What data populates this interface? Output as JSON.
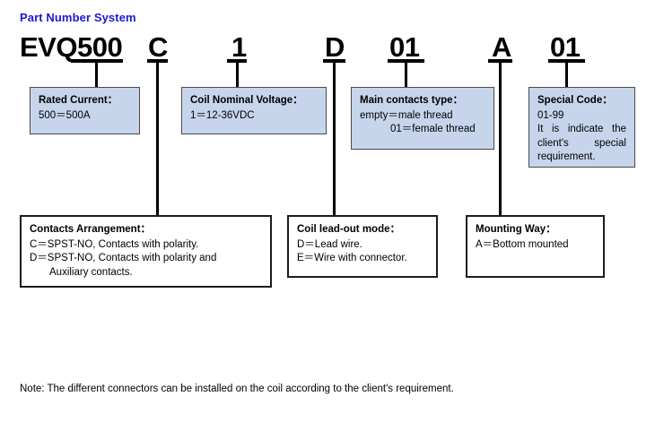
{
  "title": "Part Number System",
  "accent_color": "#1a1ad0",
  "box_fill_blue": "#c6d5ec",
  "box_fill_white": "#ffffff",
  "part_number": {
    "full": "EVQ500 C 1 D 01 A 01",
    "segments": [
      {
        "text": "EVQ500",
        "keyed": "500"
      },
      {
        "text": "C",
        "keyed": "C"
      },
      {
        "text": "1",
        "keyed": "1"
      },
      {
        "text": "D",
        "keyed": "D"
      },
      {
        "text": "01",
        "keyed": "01"
      },
      {
        "text": "A",
        "keyed": "A"
      },
      {
        "text": "01",
        "keyed": "01"
      }
    ]
  },
  "upper_boxes": [
    {
      "heading": "Rated Current：",
      "lines": [
        "500＝500A"
      ]
    },
    {
      "heading": "Coil Nominal Voltage：",
      "lines": [
        "1＝12-36VDC"
      ]
    },
    {
      "heading": "Main contacts type：",
      "lines": [
        "empty＝male thread",
        "01＝female thread"
      ]
    },
    {
      "heading": "Special Code：",
      "lines": [
        "01-99",
        "It is indicate the",
        "client's special",
        "requirement."
      ]
    }
  ],
  "lower_boxes": [
    {
      "heading": "Contacts Arrangement：",
      "lines": [
        "C＝SPST-NO, Contacts with polarity.",
        "D＝SPST-NO, Contacts with polarity and",
        "Auxiliary contacts."
      ]
    },
    {
      "heading": "Coil lead-out mode：",
      "lines": [
        "D＝Lead wire.",
        "E＝Wire with connector."
      ]
    },
    {
      "heading": "Mounting Way：",
      "lines": [
        "A＝Bottom mounted"
      ]
    }
  ],
  "note": "Note: The different connectors can be installed on the coil according to the client's requirement."
}
